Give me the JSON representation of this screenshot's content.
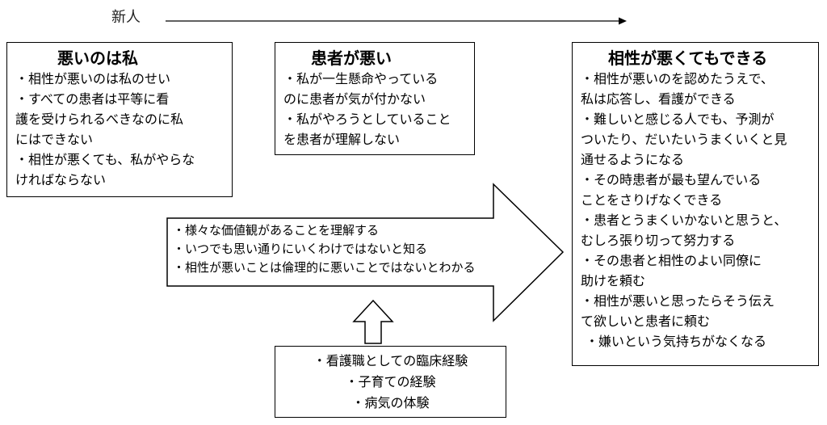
{
  "timeline": {
    "label": "新人"
  },
  "box_left": {
    "title": "悪いのは私",
    "lines": [
      "・相性が悪いのは私のせい",
      "・すべての患者は平等に看",
      "護を受けられるべきなのに私",
      "にはできない",
      "・相性が悪くても、私がやらな",
      "ければならない"
    ]
  },
  "box_middle": {
    "title": "患者が悪い",
    "lines": [
      "・私が一生懸命やっている",
      "のに患者が気が付かない",
      "・私がやろうとしていること",
      "を患者が理解しない"
    ]
  },
  "box_right": {
    "title": "相性が悪くてもできる",
    "lines": [
      "・相性が悪いのを認めたうえで、",
      "私は応答し、看護ができる",
      "・難しいと感じる人でも、予測が",
      "ついたり、だいたいうまくいくと見",
      "通せるようになる",
      "・その時患者が最も望んでいる",
      "ことをさりげなくできる",
      "・患者とうまくいかないと思うと、",
      "むしろ張り切って努力する",
      "・その患者と相性のよい同僚に",
      "助けを頼む",
      "・相性が悪いと思ったらそう伝え",
      "て欲しいと患者に頼む",
      "・嫌いという気持ちがなくなる"
    ]
  },
  "big_arrow": {
    "lines": [
      "・様々な価値観があることを理解する",
      "・いつでも思い通りにいくわけではないと知る",
      "・相性が悪いことは倫理的に悪いことではないとわかる"
    ]
  },
  "source_box": {
    "lines": [
      "・看護職としての臨床経験",
      "・子育ての経験",
      "・病気の体験"
    ]
  }
}
